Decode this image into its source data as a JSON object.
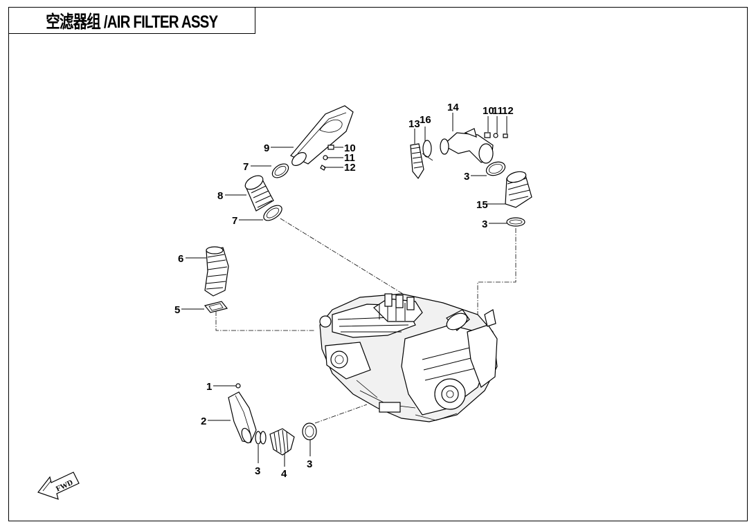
{
  "title": "空滤器组 /AIR FILTER ASSY",
  "fwd_label": "FWD",
  "callouts": {
    "c1": "1",
    "c2": "2",
    "c3a": "3",
    "c3b": "3",
    "c3c": "3",
    "c3d": "3",
    "c4": "4",
    "c5": "5",
    "c6": "6",
    "c7a": "7",
    "c7b": "7",
    "c8": "8",
    "c9": "9",
    "c10a": "10",
    "c11a": "11",
    "c12a": "12",
    "c10b": "10",
    "c11b": "11",
    "c12b": "12",
    "c13": "13",
    "c14": "14",
    "c15": "15",
    "c16": "16"
  }
}
